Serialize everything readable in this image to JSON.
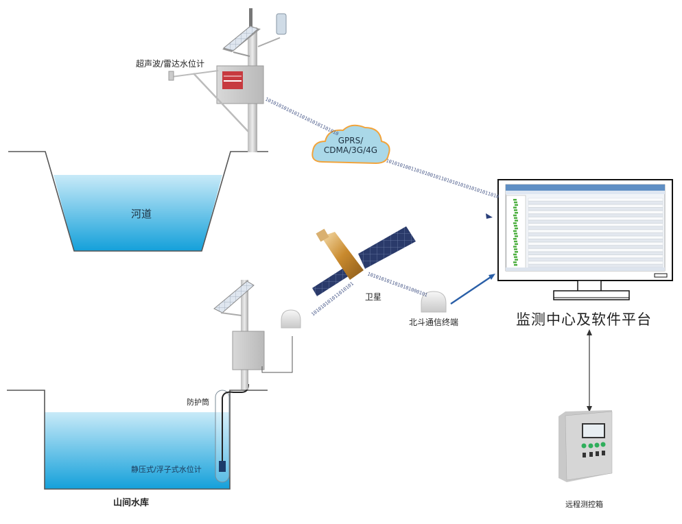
{
  "labels": {
    "ultrasonic_radar": "超声波/雷达水位计",
    "network": "GPRS/\nCDMA/3G/4G",
    "network_line1": "GPRS/",
    "network_line2": "CDMA/3G/4G",
    "river": "河道",
    "satellite": "卫星",
    "beidou_terminal": "北斗通信终端",
    "monitoring_center": "监测中心及软件平台",
    "protection_tube": "防护筒",
    "pressure_float_gauge": "静压式/浮子式水位计",
    "reservoir": "山间水库",
    "remote_control_box": "远程测控箱"
  },
  "binary_streams": {
    "station_to_cloud": "1010101010101101010101101010",
    "cloud_to_center": "10101010011010100101101010101010101011010",
    "ground_to_satellite": "101010101011010101",
    "satellite_to_terminal": "1010101011010101000101"
  },
  "colors": {
    "water_top": "#bfe6f6",
    "water_bottom": "#1aa3dc",
    "cloud_fill": "#a9d8e6",
    "cloud_stroke": "#f2a33a",
    "link_line": "#2a5fa8",
    "binary_text": "#4a5a8a"
  }
}
